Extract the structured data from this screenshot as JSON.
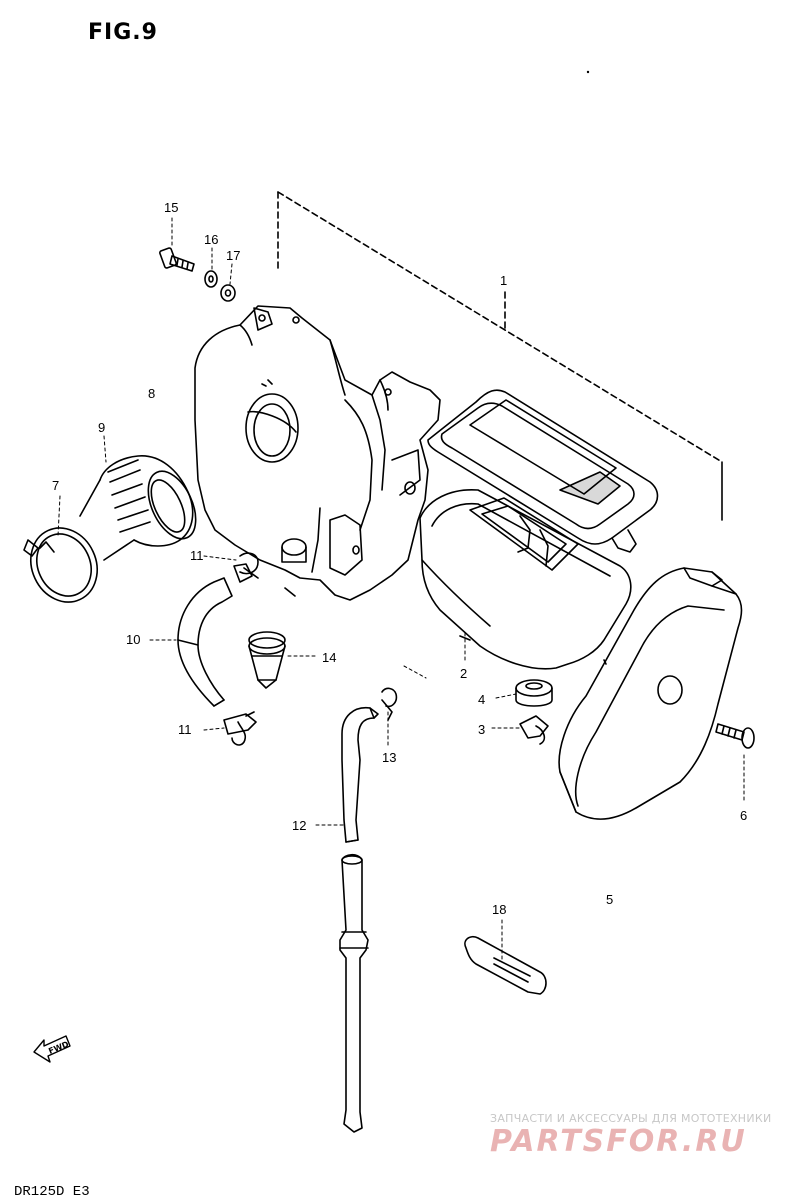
{
  "figure": {
    "title": "FIG.9",
    "model_code": "DR125D  E3"
  },
  "part_labels": {
    "p1": "1",
    "p2": "2",
    "p3": "3",
    "p4": "4",
    "p5": "5",
    "p6": "6",
    "p7": "7",
    "p8": "8",
    "p9": "9",
    "p10": "10",
    "p11a": "11",
    "p11b": "11",
    "p12": "12",
    "p13": "13",
    "p14": "14",
    "p15": "15",
    "p16": "16",
    "p17": "17",
    "p18": "18"
  },
  "fwd_arrow": {
    "label": "FWD"
  },
  "watermark": {
    "caption": "ЗАПЧАСТИ И АКСЕССУАРЫ ДЛЯ МОТОТЕХНИКИ",
    "logo": "PARTSFOR.RU",
    "color": "#e9b3b3"
  }
}
